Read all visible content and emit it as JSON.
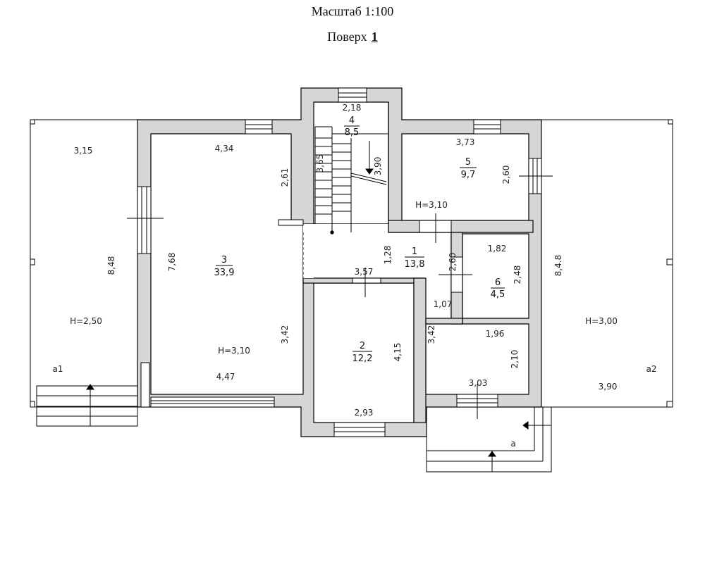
{
  "header": {
    "scale": "Масштаб 1:100",
    "floor_label": "Поверх",
    "floor_number": "1"
  },
  "rooms": {
    "r1": {
      "number": "1",
      "area": "13,8"
    },
    "r2": {
      "number": "2",
      "area": "12,2"
    },
    "r3": {
      "number": "3",
      "area": "33,9"
    },
    "r4": {
      "number": "4",
      "area": "8,5"
    },
    "r5": {
      "number": "5",
      "area": "9,7"
    },
    "r6": {
      "number": "6",
      "area": "4,5"
    }
  },
  "dims": {
    "d_218": "2,18",
    "d_365": "3,65",
    "d_390": "3,90",
    "d_373": "3,73",
    "d_260a": "2,60",
    "h_310a": "H=3,10",
    "d_315": "3,15",
    "d_848l": "8,48",
    "h_250": "H=2,50",
    "a1": "a1",
    "d_434": "4,34",
    "d_261": "2,61",
    "d_768": "7,68",
    "d_342a": "3,42",
    "h_310b": "H=3,10",
    "d_447": "4,47",
    "d_128": "1,28",
    "d_357": "3,57",
    "d_260b": "2,60",
    "d_182": "1,82",
    "d_248": "2,48",
    "d_107": "1,07",
    "d_415": "4,15",
    "d_342b": "3,42",
    "d_196": "1,96",
    "d_210": "2,10",
    "d_303": "3,03",
    "d_293": "2,93",
    "d_848r": "8,4.8",
    "h_300": "H=3,00",
    "a2": "a2",
    "d_390b": "3,90",
    "a": "a"
  }
}
